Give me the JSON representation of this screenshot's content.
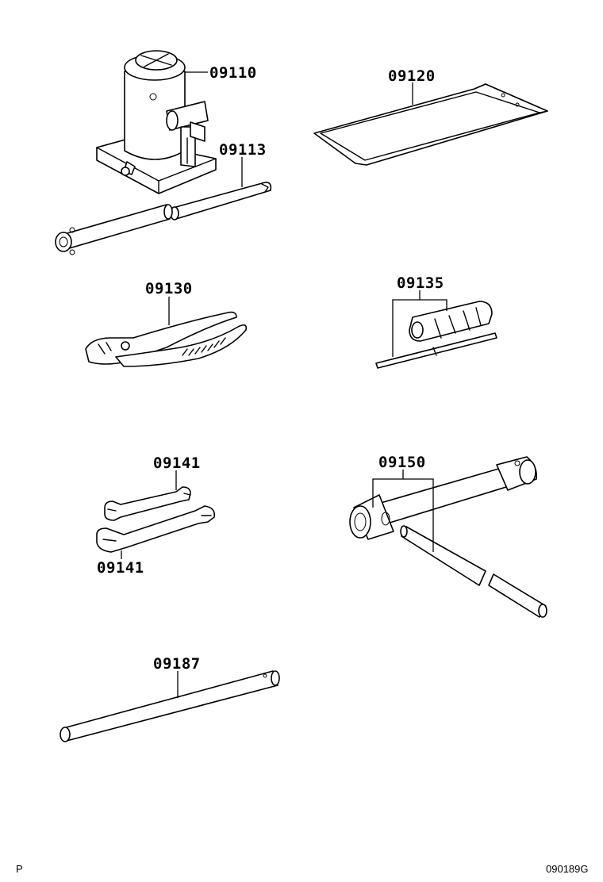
{
  "parts": {
    "jack": "09110",
    "jack_handle": "09113",
    "tool_bag": "09120",
    "pliers": "09130",
    "screwdriver": "09135",
    "wrench_upper": "09141",
    "wrench_lower": "09141",
    "lug_wrench": "09150",
    "extension_bar": "09187"
  },
  "footer": {
    "left_mark": "P",
    "diagram_code": "090189G"
  }
}
